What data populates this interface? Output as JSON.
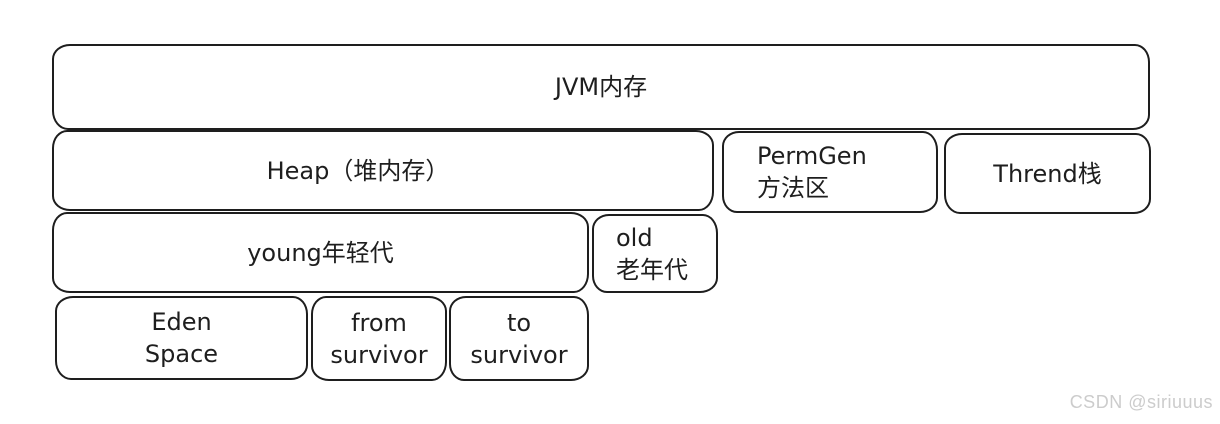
{
  "diagram": {
    "subject": "JVM memory structure",
    "boxes": {
      "jvm": {
        "line1": "JVM内存"
      },
      "heap": {
        "line1": "Heap（堆内存）"
      },
      "permgen": {
        "line1": "PermGen",
        "line2": "方法区"
      },
      "thread_stack": {
        "line1": "Thrend栈"
      },
      "young": {
        "line1": "young年轻代"
      },
      "old": {
        "line1": "old",
        "line2": "老年代"
      },
      "eden": {
        "line1": "Eden",
        "line2": "Space"
      },
      "from_survivor": {
        "line1": "from",
        "line2": "survivor"
      },
      "to_survivor": {
        "line1": "to",
        "line2": "survivor"
      }
    }
  },
  "colors": {
    "stroke": "#1e1e1e",
    "fill": "#ffffff",
    "watermark": "#cccccc"
  },
  "watermark": {
    "text": "CSDN @siriuuus"
  }
}
